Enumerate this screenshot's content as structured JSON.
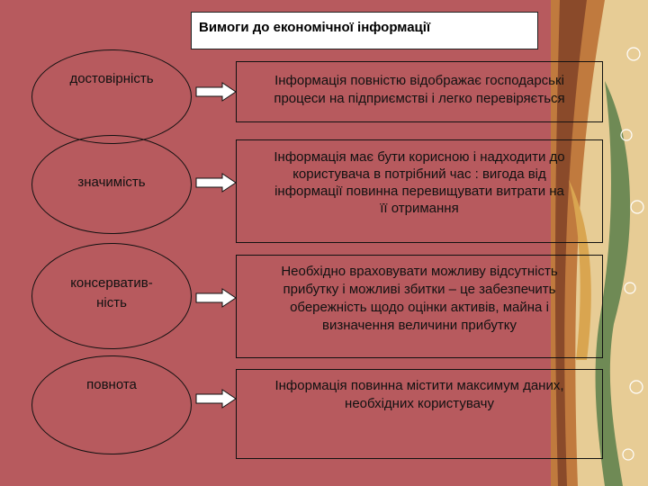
{
  "title": "Вимоги до економічної  інформації",
  "rows": [
    {
      "label": "достовірність",
      "desc": [
        "Інформація повністю відображає господарські",
        "процеси на підприємстві і легко перевіряється"
      ]
    },
    {
      "label": "значимість",
      "desc": [
        "Інформація має бути корисною і надходити до",
        "користувача в потрібний час : вигода від",
        "інформації повинна перевищувати витрати на",
        "її отримання"
      ]
    },
    {
      "label_lines": [
        "консерватив-",
        "ність"
      ],
      "desc": [
        "Необхідно враховувати можливу відсутність",
        "прибутку і можливі збитки – це забезпечить",
        "обережність щодо оцінки активів, майна  і",
        "визначення величини прибутку"
      ]
    },
    {
      "label": "повнота",
      "desc": [
        "Інформація повинна містити максимум даних,",
        "необхідних користувачу"
      ]
    }
  ],
  "colors": {
    "background": "#b75a5e",
    "arrow_fill": "#ffffff",
    "border": "#111111"
  }
}
